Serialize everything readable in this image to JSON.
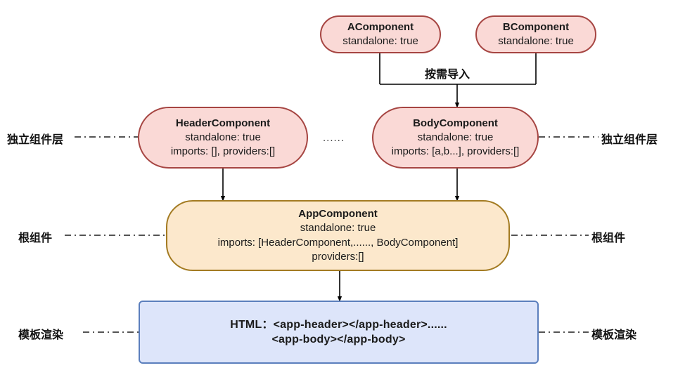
{
  "diagram": {
    "nodes": {
      "a_component": {
        "title": "AComponent",
        "line1": "standalone: true"
      },
      "b_component": {
        "title": "BComponent",
        "line1": "standalone: true"
      },
      "header_component": {
        "title": "HeaderComponent",
        "line1": "standalone: true",
        "line2": "imports: [],  providers:[]"
      },
      "body_component": {
        "title": "BodyComponent",
        "line1": "standalone: true",
        "line2": "imports: [a,b...],  providers:[]"
      },
      "app_component": {
        "title": "AppComponent",
        "line1": "standalone: true",
        "line2": "imports: [HeaderComponent,......, BodyComponent]",
        "line3": "providers:[]"
      },
      "html_template": {
        "line1": "HTML：<app-header></app-header>......",
        "line2": "<app-body></app-body>"
      }
    },
    "edge_labels": {
      "on_demand_import": "按需导入"
    },
    "between_nodes_ellipsis": "......",
    "side_labels": {
      "standalone_layer_left": "独立组件层",
      "standalone_layer_right": "独立组件层",
      "root_component_left": "根组件",
      "root_component_right": "根组件",
      "template_render_left": "模板渲染",
      "template_render_right": "模板渲染"
    },
    "colors": {
      "pink_fill": "#fad9d6",
      "pink_border": "#a64542",
      "orange_fill": "#fce8cc",
      "orange_border": "#a37b22",
      "blue_fill": "#dde5fa",
      "blue_border": "#5b7fbd",
      "wire": "#000000",
      "text": "#111111"
    }
  }
}
